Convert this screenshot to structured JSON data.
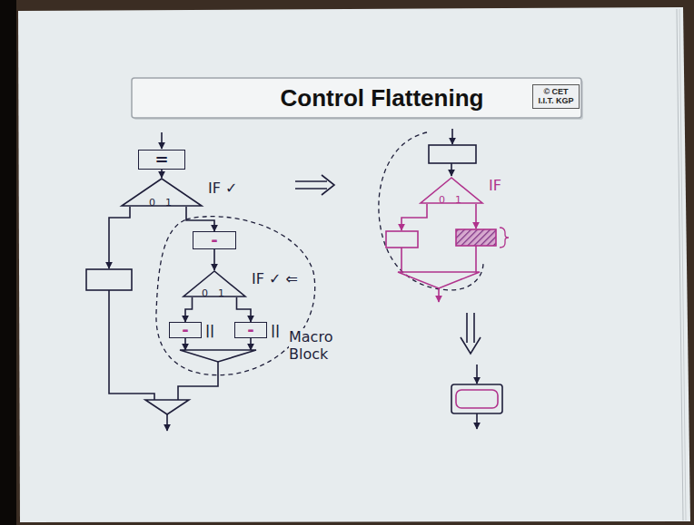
{
  "diagram": {
    "title": "Control Flattening",
    "nodes": [
      {
        "text": [
          "="
        ]
      },
      {
        "text": [
          "IF ✓",
          "0",
          "1"
        ]
      },
      {
        "text": [
          "-"
        ]
      },
      {
        "text": [
          "IF ✓ ⇐",
          "0",
          "1"
        ]
      },
      {
        "text": [
          "-"
        ]
      },
      {
        "text": [
          "-"
        ]
      },
      {
        "text": [
          "IF",
          "0",
          "1"
        ]
      }
    ],
    "edges": [
      {
        "from": 0,
        "to": 1,
        "arrow": "to"
      },
      {
        "from": 1,
        "to": 2,
        "arrow": "to"
      },
      {
        "from": 2,
        "to": 3,
        "arrow": "to"
      },
      {
        "from": 3,
        "to": 4,
        "arrow": "to"
      },
      {
        "from": 3,
        "to": 5,
        "arrow": "to"
      }
    ],
    "labels": [
      "© CET I.I.T. KGP",
      "Macro Block",
      "||",
      "||"
    ]
  }
}
